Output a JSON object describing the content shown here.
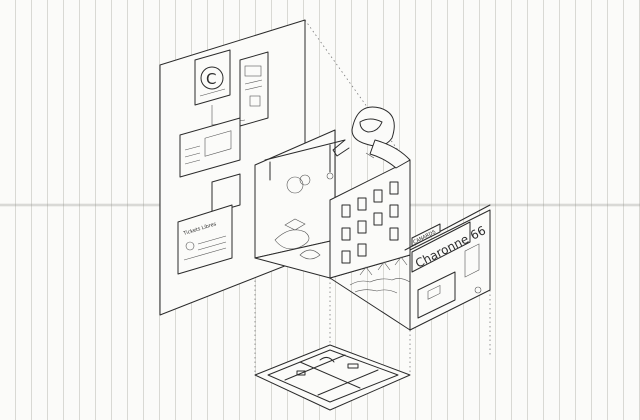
{
  "sign": {
    "name": "Charonne 66",
    "awning": "CANARDS"
  },
  "panel": {
    "letter": "C",
    "ticket": "Tickets Libres"
  },
  "colors": {
    "ink": "#2b2b2b",
    "paper": "#fbfbf9",
    "rule": "#d9d9d4"
  }
}
